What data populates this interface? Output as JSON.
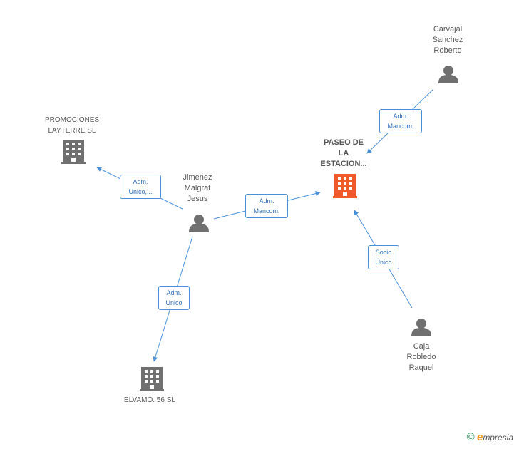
{
  "nodes": {
    "carvajal": {
      "label": "Carvajal\nSanchez\nRoberto"
    },
    "paseo": {
      "label": "PASEO DE\nLA\nESTACION..."
    },
    "promociones": {
      "label": "PROMOCIONES\nLAYTERRE SL"
    },
    "jimenez": {
      "label": "Jimenez\nMalgrat\nJesus"
    },
    "elvamo": {
      "label": "ELVAMO. 56 SL"
    },
    "caja": {
      "label": "Caja\nRobledo\nRaquel"
    }
  },
  "edges": {
    "carvajal_paseo": {
      "label": "Adm.\nMancom."
    },
    "jimenez_promociones": {
      "label": "Adm.\nUnico,..."
    },
    "jimenez_paseo": {
      "label": "Adm.\nMancom."
    },
    "jimenez_elvamo": {
      "label": "Adm.\nUnico"
    },
    "caja_paseo": {
      "label": "Socio\nÚnico"
    }
  },
  "footer": {
    "copyright": "©",
    "brand_initial": "e",
    "brand_rest": "mpresia"
  },
  "colors": {
    "edge": "#4a90d9",
    "person": "#707070",
    "company": "#707070",
    "main_company": "#f05a28"
  }
}
